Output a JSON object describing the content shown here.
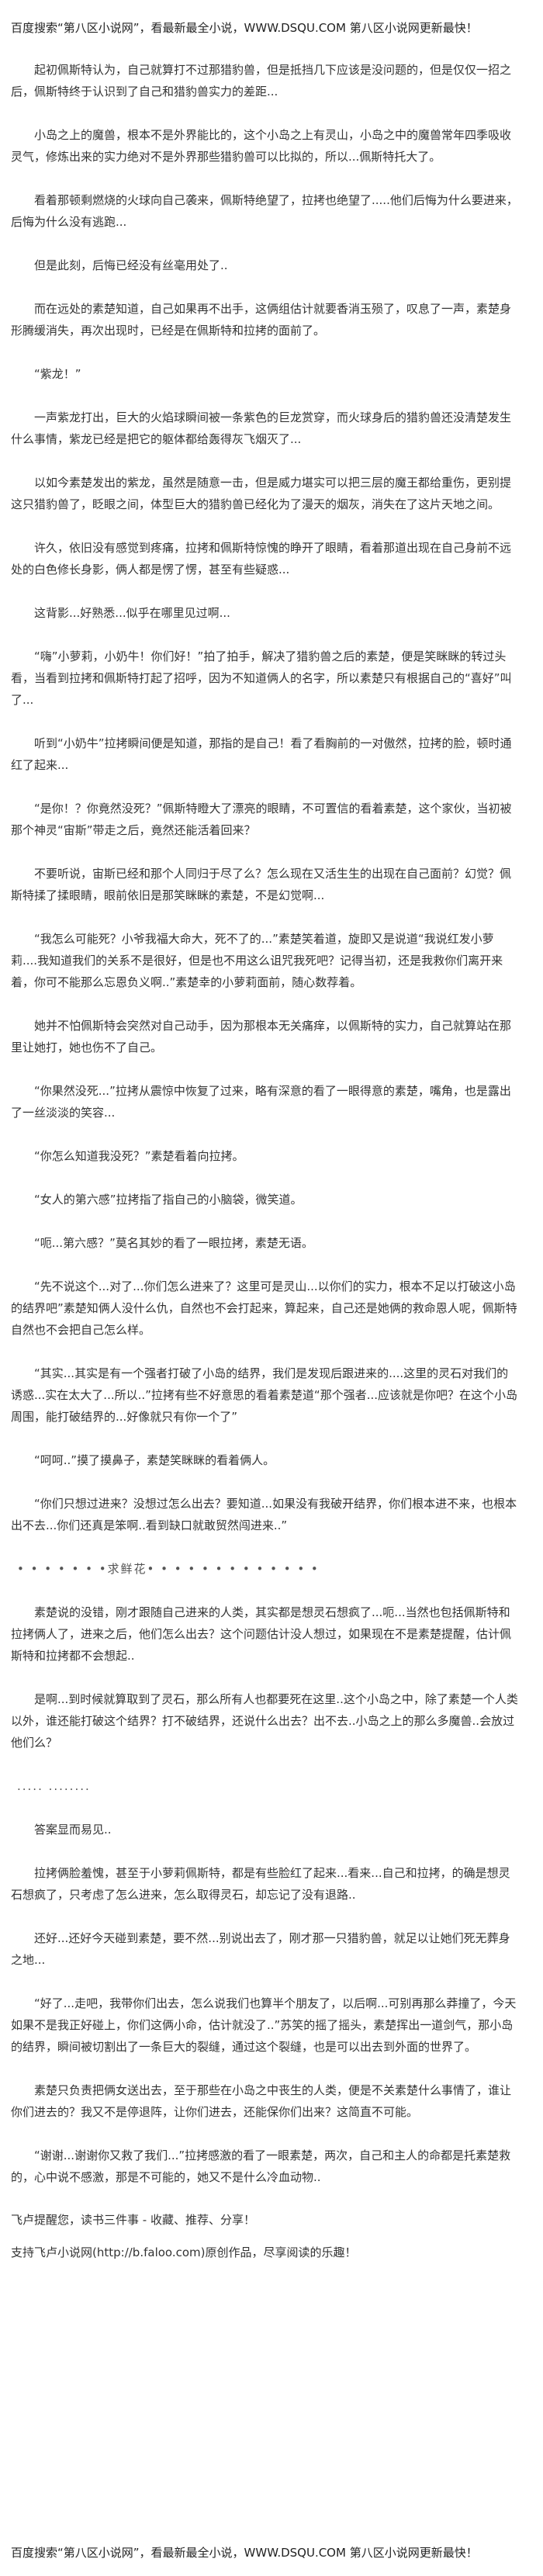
{
  "header_banner": "百度搜索“第八区小说网”，看最新最全小说，WWW.DSQU.COM 第八区小说网更新最快！",
  "paragraphs": [
    "起初佩斯特认为，自己就算打不过那猎豹兽，但是抵挡几下应该是没问题的，但是仅仅一招之后，佩斯特终于认识到了自己和猎豹兽实力的差距...",
    "小岛之上的魔兽，根本不是外界能比的，这个小岛之上有灵山，小岛之中的魔兽常年四季吸收灵气，修炼出来的实力绝对不是外界那些猎豹兽可以比拟的，所以...佩斯特托大了。",
    "看着那顿剩燃烧的火球向自己袭来，佩斯特绝望了，拉拷也绝望了.....他们后悔为什么要进来，后悔为什么没有逃跑...",
    "但是此刻，后悔已经没有丝毫用处了..",
    "而在远处的素楚知道，自己如果再不出手，这俩组估计就要香消玉殒了，叹息了一声，素楚身形腾缓消失，再次出现时，已经是在佩斯特和拉拷的面前了。",
    "“紫龙！”",
    "一声紫龙打出，巨大的火焰球瞬间被一条紫色的巨龙赏穿，而火球身后的猎豹兽还没清楚发生什么事情，紫龙已经是把它的躯体都给轰得灰飞烟灭了...",
    "以如今素楚发出的紫龙，虽然是随意一击，但是威力堪实可以把三层的魔王都给重伤，更别提这只猎豹兽了，眨眼之间，体型巨大的猎豹兽已经化为了漫天的烟灰，消失在了这片天地之间。",
    "许久，依旧没有感觉到疼痛，拉拷和佩斯特惊愧的睁开了眼睛，看着那道出现在自己身前不远处的白色修长身影，俩人都是愣了愣，甚至有些疑惑...",
    "这背影...好熟悉...似乎在哪里见过啊...",
    "“嗨”小萝莉，小奶牛！你们好！”拍了拍手，解决了猎豹兽之后的素楚，便是笑眯眯的转过头看，当看到拉拷和佩斯特打起了招呼，因为不知道俩人的名字，所以素楚只有根据自己的“喜好”叫了...",
    "听到“小奶牛”拉拷瞬间便是知道，那指的是自己！看了看胸前的一对傲然，拉拷的脸，顿时通红了起来...",
    "“是你！？你竟然没死？”佩斯特瞪大了漂亮的眼睛，不可置信的看着素楚，这个家伙，当初被那个神灵“宙斯”带走之后，竟然还能活着回来？",
    "不要听说，宙斯已经和那个人同归于尽了么？怎么现在又活生生的出现在自己面前？幻觉？佩斯特揉了揉眼睛，眼前依旧是那笑眯眯的素楚，不是幻觉啊...",
    "“我怎么可能死？小爷我福大命大，死不了的...”素楚笑着道，旋即又是说道“我说红发小萝莉....我知道我们的关系不是很好，但是也不用这么诅咒我死吧？记得当初，还是我救你们离开来着，你可不能那么忘恩负义啊..”素楚幸的小萝莉面前，随心数荐着。",
    "她并不怕佩斯特会突然对自己动手，因为那根本无关痛痒，以佩斯特的实力，自己就算站在那里让她打，她也伤不了自己。",
    "“你果然没死...”拉拷从震惊中恢复了过来，略有深意的看了一眼得意的素楚，嘴角，也是露出了一丝淡淡的笑容...",
    "“你怎么知道我没死？”素楚看着向拉拷。",
    "“女人的第六感”拉拷指了指自己的小脑袋，微笑道。",
    "“呃...第六感？”莫名其妙的看了一眼拉拷，素楚无语。",
    "“先不说这个...对了...你们怎么进来了？这里可是灵山...以你们的实力，根本不足以打破这小岛的结界吧”素楚知俩人没什么仇，自然也不会打起来，算起来，自己还是她俩的救命恩人呢，佩斯特自然也不会把自己怎么样。",
    "“其实...其实是有一个强者打破了小岛的结界，我们是发现后跟进来的....这里的灵石对我们的诱惑...实在太大了...所以..”拉拷有些不好意思的看着素楚道“那个强者...应该就是你吧？在这个小岛周围，能打破结界的...好像就只有你一个了”",
    "“呵呵..”摸了摸鼻子，素楚笑眯眯的看着俩人。",
    "“你们只想过进来？没想过怎么出去？要知道...如果没有我破开结界，你们根本进不来，也根本出不去...你们还真是笨啊..看到缺口就敢贸然闯进来..”",
    "• • • • • • •求鲜花• • • • • • • • • • • • •",
    "素楚说的没错，刚才跟随自己进来的人类，其实都是想灵石想疯了...呃...当然也包括佩斯特和拉拷俩人了，进来之后，他们怎么出去？这个问题估计没人想过，如果现在不是素楚提醒，估计佩斯特和拉拷都不会想起..",
    "是啊...到时候就算取到了灵石，那么所有人也都要死在这里..这个小岛之中，除了素楚一个人类以外，谁还能打破这个结界？打不破结界，还说什么出去？出不去..小岛之上的那么多魔兽..会放过他们么？",
    ".....  ........",
    "答案显而易见..",
    "拉拷俩脸羞愧，甚至于小萝莉佩斯特，都是有些脸红了起来...看来...自己和拉拷，的确是想灵石想疯了，只考虑了怎么进来，怎么取得灵石，却忘记了没有退路..",
    "还好...还好今天碰到素楚，要不然...别说出去了，刚才那一只猎豹兽，就足以让她们死无葬身之地...",
    "“好了...走吧，我带你们出去，怎么说我们也算半个朋友了，以后啊...可别再那么莽撞了，今天如果不是我正好碰上，你们这俩小命，估计就没了..”苏笑的摇了摇头，素楚挥出一道剑气，那小岛的结界，瞬间被切割出了一条巨大的裂缝，通过这个裂缝，也是可以出去到外面的世界了。",
    "素楚只负责把俩女送出去，至于那些在小岛之中丧生的人类，便是不关素楚什么事情了，谁让你们进去的？我又不是停退阵，让你们进去，还能保你们出来？这简直不可能。",
    "“谢谢...谢谢你又救了我们...”拉拷感激的看了一眼素楚，两次，自己和主人的命都是托素楚救的，心中说不感激，那是不可能的，她又不是什么冷血动物..",
    "飞卢提醒您，读书三件事 - 收藏、推荐、分享！",
    "支持飞卢小说网(http://b.faloo.com)原创作品，尽享阅读的乐趣！"
  ],
  "footer_banner": "百度搜索“第八区小说网”，看最新最全小说，WWW.DSQU.COM 第八区小说网更新最快！"
}
